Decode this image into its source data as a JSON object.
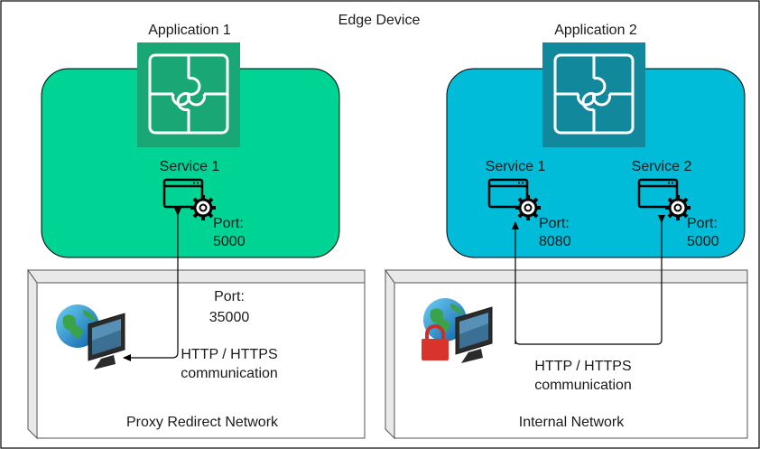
{
  "title": "Edge Device",
  "applications": [
    {
      "label": "Application 1",
      "color": "#00d494",
      "tile_color": "#1aa776",
      "services": [
        {
          "label": "Service 1",
          "port_label": "Port:",
          "port": "5000"
        }
      ]
    },
    {
      "label": "Application 2",
      "color": "#00bcd9",
      "tile_color": "#11889b",
      "services": [
        {
          "label": "Service 1",
          "port_label": "Port:",
          "port": "8080"
        },
        {
          "label": "Service 2",
          "port_label": "Port:",
          "port": "5000"
        }
      ]
    }
  ],
  "networks": [
    {
      "label": "Proxy Redirect Network",
      "port_label": "Port:",
      "port": "35000",
      "comm_line1": "HTTP / HTTPS",
      "comm_line2": "communication",
      "icon": "globe-monitor-icon"
    },
    {
      "label": "Internal Network",
      "comm_line1": "HTTP / HTTPS",
      "comm_line2": "communication",
      "icon": "globe-monitor-lock-icon"
    }
  ]
}
